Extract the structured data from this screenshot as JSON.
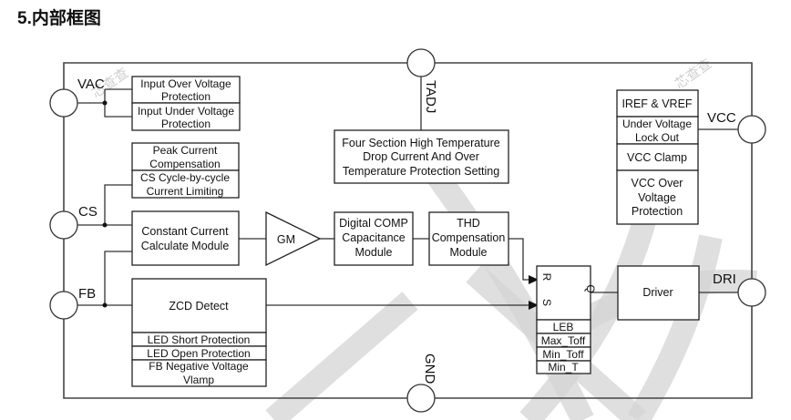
{
  "section_title": "5.内部框图",
  "watermark_text": "芯查查",
  "pins": {
    "vac": "VAC",
    "cs": "CS",
    "fb": "FB",
    "tadj": "TADJ",
    "gnd": "GND",
    "vcc": "VCC",
    "dri": "DRI"
  },
  "blocks": {
    "input_ovp": [
      "Input Over Voltage",
      "Protection"
    ],
    "input_uvp": [
      "Input Under Voltage",
      "Protection"
    ],
    "peak_current_comp": [
      "Peak Current",
      "Compensation"
    ],
    "cs_cycle_limit": [
      "CS Cycle-by-cycle",
      "Current Limiting"
    ],
    "constant_current": [
      "Constant Current",
      "Calculate Module"
    ],
    "gm": "GM",
    "digital_comp": [
      "Digital COMP",
      "Capacitance",
      "Module"
    ],
    "thd_comp": [
      "THD",
      "Compensation",
      "Module"
    ],
    "temp_protection": [
      "Four Section High Temperature",
      "Drop Current And Over",
      "Temperature Protection Setting"
    ],
    "zcd_detect": "ZCD Detect",
    "led_short": "LED Short Protection",
    "led_open": "LED Open Protection",
    "fb_negative": [
      "FB Negative Voltage",
      "Vlamp"
    ],
    "iref_vref": "IREF & VREF",
    "uvlo": [
      "Under Voltage",
      "Lock Out"
    ],
    "vcc_clamp": "VCC Clamp",
    "vcc_ovp": [
      "VCC Over",
      "Voltage",
      "Protection"
    ],
    "driver": "Driver",
    "flipflop": {
      "r": "R",
      "s": "S",
      "q": "Q"
    },
    "leb": "LEB",
    "max_toff": "Max_Toff",
    "min_toff": "Min_Toff",
    "min_t": "Min_T"
  }
}
